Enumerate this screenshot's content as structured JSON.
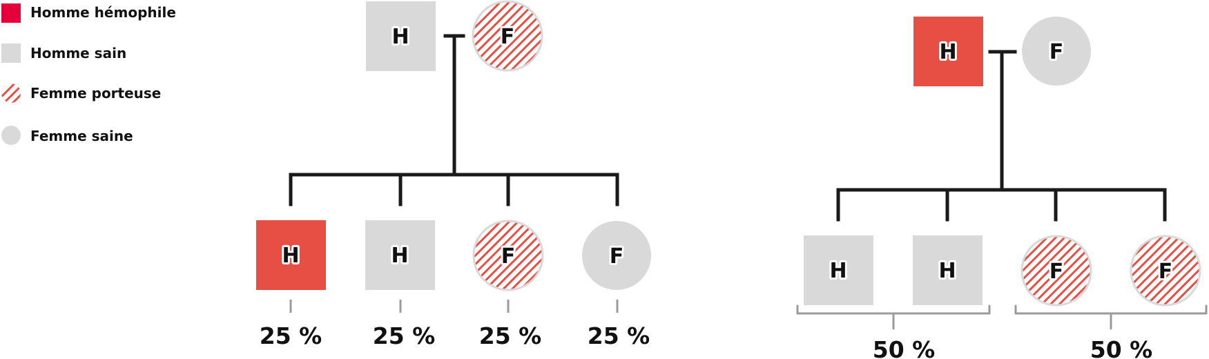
{
  "colors": {
    "hemophile_legend": "#e5003c",
    "hemophile_symbol": "#e84f44",
    "healthy": "#d9d9d9",
    "carrier_hatch": "#e84f44",
    "line": "#1a1a1a",
    "bracket": "#9a9a9a"
  },
  "legend": [
    {
      "shape": "square",
      "status": "hemophile",
      "label": "Homme hémophile"
    },
    {
      "shape": "square",
      "status": "healthy",
      "label": "Homme sain"
    },
    {
      "shape": "circle",
      "status": "carrier",
      "label": "Femme porteuse"
    },
    {
      "shape": "circle",
      "status": "healthy",
      "label": "Femme saine"
    }
  ],
  "diagram_left": {
    "parents": {
      "father": {
        "letter": "H",
        "status": "healthy"
      },
      "mother": {
        "letter": "F",
        "status": "carrier"
      }
    },
    "children": [
      {
        "letter": "H",
        "shape": "square",
        "status": "hemophile",
        "percent": "25 %"
      },
      {
        "letter": "H",
        "shape": "square",
        "status": "healthy",
        "percent": "25 %"
      },
      {
        "letter": "F",
        "shape": "circle",
        "status": "carrier",
        "percent": "25 %"
      },
      {
        "letter": "F",
        "shape": "circle",
        "status": "healthy",
        "percent": "25 %"
      }
    ]
  },
  "diagram_right": {
    "parents": {
      "father": {
        "letter": "H",
        "status": "hemophile"
      },
      "mother": {
        "letter": "F",
        "status": "healthy"
      }
    },
    "children": [
      {
        "letter": "H",
        "shape": "square",
        "status": "healthy"
      },
      {
        "letter": "H",
        "shape": "square",
        "status": "healthy"
      },
      {
        "letter": "F",
        "shape": "circle",
        "status": "carrier"
      },
      {
        "letter": "F",
        "shape": "circle",
        "status": "carrier"
      }
    ],
    "groups": [
      {
        "percent": "50 %",
        "members": [
          0,
          1
        ]
      },
      {
        "percent": "50 %",
        "members": [
          2,
          3
        ]
      }
    ]
  }
}
